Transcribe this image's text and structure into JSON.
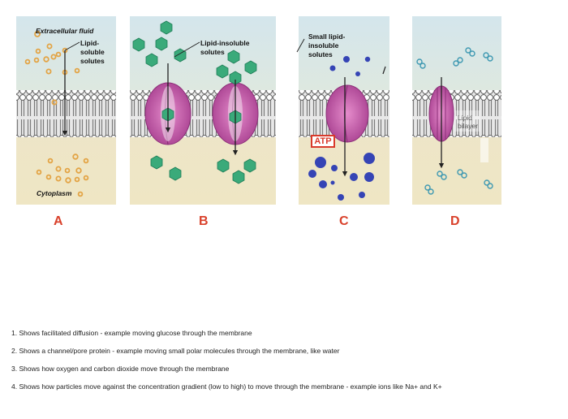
{
  "panels": {
    "a": {
      "label": "A",
      "extracellular": "Extracellular fluid",
      "solute_line1": "Lipid-",
      "solute_line2": "soluble",
      "solute_line3": "solutes",
      "cytoplasm": "Cytoplasm"
    },
    "b": {
      "label": "B",
      "solute_line1": "Lipid-insoluble",
      "solute_line2": "solutes"
    },
    "c": {
      "label": "C",
      "solute_line1": "Small lipid-",
      "solute_line2": "insoluble",
      "solute_line3": "solutes",
      "atp": "ATP"
    },
    "d": {
      "label": "D",
      "bilayer_line1": "Lipid",
      "bilayer_line2": "bilayer"
    }
  },
  "statements": [
    "1. Shows facilitated diffusion - example moving glucose through the membrane",
    "2. Shows a channel/pore protein - example moving small polar molecules through the membrane, like water",
    "3. Shows how oxygen and carbon dioxide move through the membrane",
    "4. Shows how particles move against the concentration gradient (low to high) to move through the membrane - example ions like Na+ and K+"
  ],
  "colors": {
    "extracellular_bg": "#d7e7ec",
    "cytoplasm_bg": "#ede5c6",
    "membrane_head": "#ffffff",
    "membrane_tail": "#8a8a8a",
    "protein": "#c85aa8",
    "lipid_soluble_solute": "#e6a84a",
    "lipid_insoluble_solute": "#3aaa7a",
    "small_solute": "#3846b8",
    "gas_molecule": "#62b3c8",
    "label": "#d9412b"
  }
}
